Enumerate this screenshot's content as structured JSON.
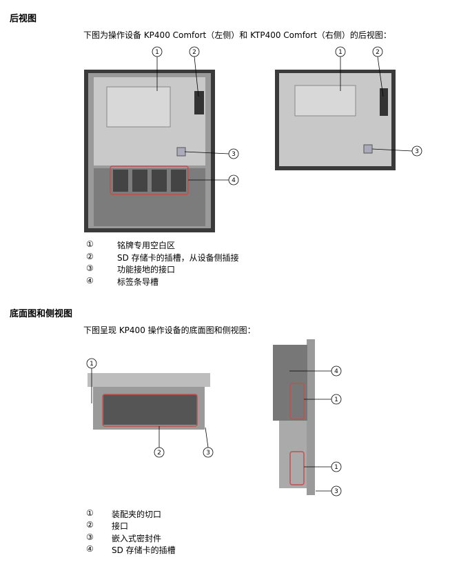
{
  "section1": {
    "heading": "后视图",
    "intro": "下图为操作设备 KP400 Comfort（左侧）和 KTP400 Comfort（右侧）的后视图：",
    "callouts": [
      "1",
      "2",
      "3",
      "4"
    ],
    "legend": [
      {
        "num": "①",
        "text": "铭牌专用空白区"
      },
      {
        "num": "②",
        "text": "SD 存储卡的插槽，从设备侧插接"
      },
      {
        "num": "③",
        "text": "功能接地的接口"
      },
      {
        "num": "④",
        "text": "标签条导槽"
      }
    ]
  },
  "section2": {
    "heading": "底面图和侧视图",
    "intro": "下图呈现 KP400 操作设备的底面图和侧视图：",
    "legend": [
      {
        "num": "①",
        "text": "装配夹的切口"
      },
      {
        "num": "②",
        "text": "接口"
      },
      {
        "num": "③",
        "text": "嵌入式密封件"
      },
      {
        "num": "④",
        "text": "SD 存储卡的插槽"
      }
    ]
  },
  "colors": {
    "highlight": "#c0504d",
    "device": "#8c8c8c",
    "frame": "#3a3a3a"
  }
}
